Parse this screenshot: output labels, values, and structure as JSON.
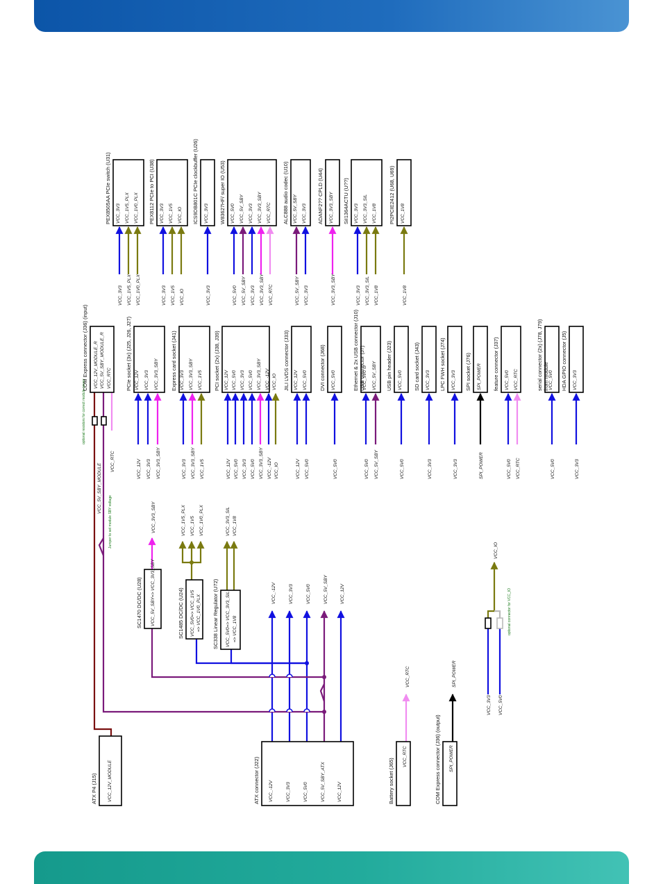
{
  "colors": {
    "v3v3": "#1010e0",
    "v5v": "#1010e0",
    "v12v": "#1010e0",
    "sby3": "#ee22ee",
    "sby5": "#7a1a7a",
    "plx": "#7a7a10",
    "rtc": "#f08cf0",
    "module": "#7a1010",
    "io": "#7a7a10",
    "spi": "#000000",
    "note": "#1a7a1a"
  },
  "source_blocks": [
    {
      "id": "atx-p4",
      "title": "ATX P4 (J15)",
      "pins": [
        "VCC_12V_MODULE"
      ]
    },
    {
      "id": "atx-connector",
      "title": "ATX connector (J22)",
      "pins": [
        "VCC_-12V",
        "VCC_3V3",
        "VCC_5V0",
        "VCC_5V_SBY_ATX",
        "VCC_12V"
      ]
    },
    {
      "id": "battery",
      "title": "Battery socket (J65)",
      "pins": [
        "VCC_RTC"
      ]
    },
    {
      "id": "com-output",
      "title": "COM Express connector (J36) (output)",
      "pins": [
        "SPI_POWER"
      ]
    }
  ],
  "regulators": [
    {
      "id": "sc1470",
      "title": "SC1470 DC/DC (U28)",
      "line1": "VCC_5V_SBY=> VCC_3V3_SBY",
      "out": [
        "VCC_3V3_SBY"
      ]
    },
    {
      "id": "sc1485",
      "title": "SC1485 DC/DC (U24)",
      "line1": "VCC_5V0=> VCC_1V5",
      "line2": "=> VCC_1V0_PLX",
      "out": [
        "VCC_1V5_PLX",
        "VCC_1V5",
        "VCC_1V0_PLX"
      ]
    },
    {
      "id": "sc338",
      "title": "SC338 Linear Regulator (U72)",
      "line1": "VCC_5V0=> VCC_3V3_SIL",
      "line2": "=> VCC_1V8",
      "out": [
        "VCC_3V3_SIL",
        "VCC_1V8"
      ]
    }
  ],
  "rail_labels": [
    "VCC_-12V",
    "VCC_3V3",
    "VCC_5V0",
    "VCC_5V_SBY",
    "VCC_12V"
  ],
  "module_labels": {
    "sby_module": "VCC_5V_SBY_MODULE",
    "jumper_note": "Jumper to set module SBY voltage",
    "optional_note": "optional resistors for correct module power",
    "optional_io_note": "optional connector for VCC_IO"
  },
  "com_input": {
    "title": "COM Express connector (J36) (input)",
    "pins": [
      "VCC_12V_MODULE_R",
      "VCC_5V_SBY_MODULE_R",
      "VCC_RTC"
    ]
  },
  "spi": {
    "label": "SPI_POWER"
  },
  "vio": {
    "top": "VCC_IO",
    "in1": "VCC_3V3",
    "in2": "VCC_5V0"
  },
  "consumers_mid": [
    {
      "title": "PCIe socket (3x) (J25, J26, J27)",
      "pins": [
        "VCC_12V",
        "VCC_3V3",
        "VCC_3V3_SBY"
      ]
    },
    {
      "title": "Express card socket (J41)",
      "pins": [
        "VCC_3V3",
        "VCC_3V3_SBY",
        "VCC_1V5"
      ]
    },
    {
      "title": "PCI socket (2x) (J38, J39)",
      "pins": [
        "VCC_12V",
        "VCC_5V0",
        "VCC_3V3",
        "VCC_5V0",
        "VCC_3V3_SBY",
        "VCC_-12V",
        "VCC_IO"
      ]
    },
    {
      "title": "JILI LVDS connector (J33)",
      "pins": [
        "VCC_12V",
        "VCC_5V0"
      ]
    },
    {
      "title": "DVI connector (J68)",
      "pins": [
        "VCC_5V0"
      ]
    },
    {
      "title": "Ethernet & 2x USB connector (J10)",
      "title2": "USB connector (J7)",
      "pins": [
        "VCC_5V0 or",
        "VCC_5V_SBY"
      ]
    },
    {
      "title": "USB pin header (J23)",
      "pins": [
        "VCC_5V0"
      ]
    },
    {
      "title": "SD card socket (J43)",
      "pins": [
        "VCC_3V3"
      ]
    },
    {
      "title": "LPC FWH socket (J74)",
      "pins": [
        "VCC_3V3"
      ]
    },
    {
      "title": "SPI socket (J76)",
      "pins": [
        "SPI_POWER"
      ]
    },
    {
      "title": "feature connector (J37)",
      "pins": [
        "VCC_5V0",
        "VCC_RTC"
      ]
    },
    {
      "title": "serial connector (2x) (J78, J79)",
      "title2": "from module",
      "pins": [
        "VCC_5V0"
      ]
    },
    {
      "title": "HDA GPIO connector (J5)",
      "pins": [
        "VCC_3V3"
      ]
    }
  ],
  "mid_nets": [
    [
      "VCC_12V",
      "VCC_3V3",
      "VCC_3V3_SBY"
    ],
    [
      "VCC_3V3",
      "VCC_3V3_SBY",
      "VCC_1V5"
    ],
    [
      "VCC_12V",
      "VCC_5V0",
      "VCC_3V3",
      "VCC_5V0",
      "VCC_3V3_SBY",
      "VCC_-12V",
      "VCC_IO"
    ],
    [
      "VCC_12V",
      "VCC_5V0"
    ],
    [
      "VCC_5V0"
    ],
    [
      "VCC_5V0",
      "VCC_5V_SBY"
    ],
    [
      "VCC_5V0"
    ],
    [
      "VCC_3V3"
    ],
    [
      "VCC_3V3"
    ],
    [
      "SPI_POWER"
    ],
    [
      "VCC_5V0",
      "VCC_RTC"
    ],
    [
      "VCC_5V0"
    ],
    [
      "VCC_3V3"
    ]
  ],
  "consumers_right": [
    {
      "title": "PEX8505AA PCIe switch (U31)",
      "pins": [
        "VCC_3V3",
        "VCC_1V5_PLX",
        "VCC_1V0_PLX"
      ],
      "nets": [
        "VCC_3V3",
        "VCC_1V5_PLX",
        "VCC_1V0_PLX"
      ]
    },
    {
      "title": "PEX8112 PCIe to PCI (U38)",
      "pins": [
        "VCC_3V3",
        "VCC_1V5",
        "VCC_IO"
      ],
      "nets": [
        "VCC_3V3",
        "VCC_1V5",
        "VCC_IO"
      ]
    },
    {
      "title": "ICS9DB801C PCIe clockbuffer (U26)",
      "pins": [
        "VCC_3V3"
      ],
      "nets": [
        "VCC_3V3"
      ]
    },
    {
      "title": "W83627HF/ super IO (U53)",
      "pins": [
        "VCC_5V0",
        "VCC_5V_SBY",
        "VCC_3V3",
        "VCC_3V3_SBY",
        "VCC_RTC"
      ],
      "nets": [
        "VCC_5V0",
        "VCC_5V_SBY",
        "VCC_3V3",
        "VCC_3V3_SBY",
        "VCC_RTC"
      ]
    },
    {
      "title": "ALC888 audio codec (U10)",
      "pins": [
        "VCC_5V_SBY",
        "VCC_3V3"
      ],
      "nets": [
        "VCC_5V_SBY",
        "VCC_3V3"
      ]
    },
    {
      "title": "ADANF2?? CPLD (U44)",
      "pins": [
        "VCC_3V3_SBY"
      ],
      "nets": [
        "VCC_3V3_SBY"
      ]
    },
    {
      "title": "SiI1364ACTU (U??)",
      "pins": [
        "VCC_3V3",
        "VCC_3V3_SIL",
        "VCC_1V8"
      ],
      "nets": [
        "VCC_3V3",
        "VCC_3V3_SIL",
        "VCC_1V8"
      ]
    },
    {
      "title": "PI2PCIE2412 (U68, U69)",
      "pins": [
        "VCC_1V8"
      ],
      "nets": [
        "VCC_1V8"
      ]
    }
  ]
}
